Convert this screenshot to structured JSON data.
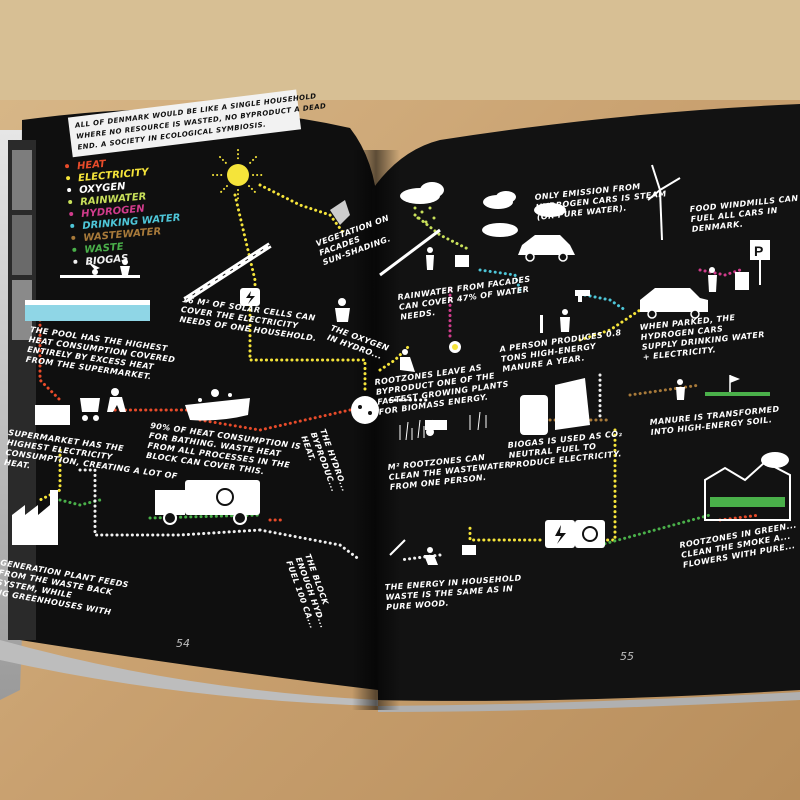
{
  "colors": {
    "heat": "#e84b2a",
    "electricity": "#f5e43a",
    "oxygen": "#ffffff",
    "rainwater": "#c8e05a",
    "hydrogen": "#d13c8c",
    "drinking_water": "#4ec6d8",
    "wastewater": "#7a5a2a",
    "waste": "#4ab04a",
    "biogas": "#f0f0f0"
  },
  "intro_box": {
    "lines": [
      "ALL OF DENMARK WOULD BE LIKE A SINGLE HOUSEHOLD",
      "WHERE NO RESOURCE IS WASTED, NO BYPRODUCT A DEAD",
      "END. A SOCIETY IN ECOLOGICAL SYMBIOSIS."
    ]
  },
  "legend": [
    {
      "label": "HEAT",
      "color_key": "heat"
    },
    {
      "label": "ELECTRICITY",
      "color_key": "electricity"
    },
    {
      "label": "OXYGEN",
      "color_key": "oxygen"
    },
    {
      "label": "RAINWATER",
      "color_key": "rainwater"
    },
    {
      "label": "HYDROGEN",
      "color_key": "hydrogen"
    },
    {
      "label": "DRINKING WATER",
      "color_key": "drinking_water"
    },
    {
      "label": "WASTEWATER",
      "color_key": "wastewater"
    },
    {
      "label": "WASTE",
      "color_key": "waste"
    },
    {
      "label": "BIOGAS",
      "color_key": "biogas"
    }
  ],
  "left_captions": {
    "pool": [
      "THE POOL HAS THE HIGHEST",
      "HEAT CONSUMPTION COVERED",
      "ENTIRELY BY EXCESS HEAT",
      "FROM THE SUPERMARKET."
    ],
    "solar": [
      "16 M² OF SOLAR CELLS CAN",
      "COVER THE ELECTRICITY",
      "NEEDS OF ONE HOUSEHOLD."
    ],
    "vegetation": [
      "VEGETATION ON",
      "FACADES",
      "SUN-SHADING."
    ],
    "oxygen": [
      "THE OXYGEN",
      "IN HYDRO..."
    ],
    "supermarket": [
      "SUPERMARKET HAS THE",
      "HIGHEST ELECTRICITY",
      "CONSUMPTION, CREATING A LOT OF",
      "HEAT."
    ],
    "bathing": [
      "90% OF HEAT CONSUMPTION IS",
      "FOR BATHING. WASTE HEAT",
      "FROM ALL PROCESSES IN THE",
      "BLOCK CAN COVER THIS."
    ],
    "hydrogen_byproduct": [
      "THE HYDRO...",
      "BYPRODUC...",
      "HEAT."
    ],
    "plant": [
      "GENERATION PLANT FEEDS",
      "FROM THE WASTE BACK",
      "SYSTEM, WHILE",
      "NG GREENHOUSES WITH"
    ],
    "block": [
      "THE BLOCK",
      "ENOUGH HYD...",
      "FUEL 100 CA..."
    ],
    "page_number": "54"
  },
  "right_captions": {
    "emission": [
      "ONLY EMISSION FROM",
      "HYDROGEN CARS IS STEAM",
      "(OR PURE WATER)."
    ],
    "windmills": [
      "FOOD WINDMILLS CAN",
      "FUEL ALL CARS IN",
      "DENMARK."
    ],
    "rainwater": [
      "RAINWATER FROM FACADES",
      "CAN COVER 47% OF WATER",
      "NEEDS."
    ],
    "parked": [
      "WHEN PARKED, THE",
      "HYDROGEN CARS",
      "SUPPLY DRINKING WATER",
      "+ ELECTRICITY."
    ],
    "manure": [
      "A PERSON PRODUCES 0.8",
      "TONS HIGH-ENERGY",
      "MANURE A YEAR."
    ],
    "rootzones": [
      "ROOTZONES LEAVE AS",
      "BYPRODUCT ONE OF THE",
      "FASTEST GROWING PLANTS",
      "FOR BIOMASS ENERGY."
    ],
    "soil": [
      "MANURE IS TRANSFORMED",
      "INTO HIGH-ENERGY SOIL."
    ],
    "biogas": [
      "BIOGAS IS USED AS CO₂",
      "NEUTRAL FUEL TO",
      "PRODUCE ELECTRICITY."
    ],
    "rootzone_m2": [
      "M² ROOTZONES CAN",
      "CLEAN THE WASTEWATER",
      "FROM ONE PERSON."
    ],
    "greenhouse": [
      "ROOTZONES IN GREEN...",
      "CLEAN THE SMOKE A...",
      "FLOWERS WITH PURE..."
    ],
    "energy": [
      "THE ENERGY IN HOUSEHOLD",
      "WASTE IS THE SAME AS IN",
      "PURE WOOD."
    ],
    "page_number": "55"
  },
  "icon_labels": {
    "parking": "P"
  }
}
